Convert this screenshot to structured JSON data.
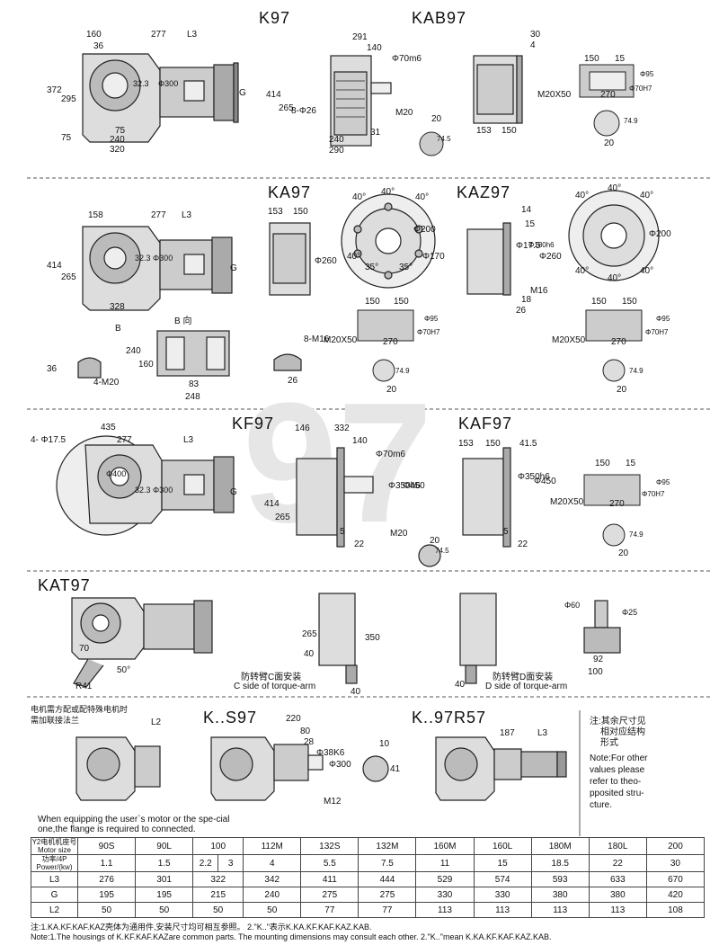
{
  "titles": {
    "k97": "K97",
    "kab97": "KAB97",
    "ka97": "KA97",
    "kaz97": "KAZ97",
    "kf97": "KF97",
    "kaf97": "KAF97",
    "kat97": "KAT97",
    "ks97": "K..S97",
    "k97r57": "K..97R57"
  },
  "dims_k97": [
    "160",
    "36",
    "277",
    "L3",
    "372",
    "295",
    "75",
    "75",
    "240",
    "320",
    "G",
    "Φ300",
    "32.3"
  ],
  "dims_k97_side": [
    "291",
    "140",
    "Φ70m6",
    "414",
    "265",
    "8-Φ26",
    "240",
    "290",
    "31",
    "M20",
    "20",
    "74.5"
  ],
  "dims_kab97": [
    "30",
    "4",
    "153",
    "150",
    "150",
    "15",
    "M20X50",
    "270",
    "Φ95",
    "Φ70H7",
    "20",
    "74.9"
  ],
  "dims_ka97": [
    "158",
    "277",
    "L3",
    "414",
    "265",
    "328",
    "G",
    "Φ300",
    "32.3",
    "B",
    "B 向"
  ],
  "dims_ka97_b": [
    "36",
    "4-M20",
    "240",
    "160",
    "83",
    "248",
    "8-M16",
    "26"
  ],
  "dims_ka97_side": [
    "153",
    "150",
    "Φ260"
  ],
  "dims_ka97_flange": [
    "40°",
    "40°",
    "40°",
    "35°",
    "35°",
    "40°",
    "Φ200",
    "Φ170"
  ],
  "dims_kaz97": [
    "14",
    "Φ17.5",
    "Φ180h6",
    "Φ260",
    "15",
    "M16",
    "18",
    "26"
  ],
  "dims_kaz97_flange": [
    "40°",
    "40°",
    "40°",
    "40°",
    "40°",
    "40°",
    "Φ200"
  ],
  "dims_ka97_shaft": [
    "150",
    "150",
    "M20X50",
    "270",
    "Φ95",
    "Φ70H7",
    "20",
    "74.9"
  ],
  "dims_kaz97_shaft": [
    "150",
    "150",
    "M20X50",
    "270",
    "Φ95",
    "Φ70H7",
    "20",
    "74.9"
  ],
  "dims_kf97": [
    "435",
    "277",
    "L3",
    "4- Φ17.5",
    "Φ400",
    "32.3",
    "Φ300",
    "G"
  ],
  "dims_kf97_side": [
    "146",
    "332",
    "140",
    "Φ70m6",
    "Φ350h6",
    "Φ450",
    "414",
    "265",
    "M20",
    "20",
    "22",
    "5",
    "74.5"
  ],
  "dims_kaf97": [
    "153",
    "150",
    "41.5",
    "Φ350h6",
    "Φ450",
    "22",
    "5"
  ],
  "dims_kaf97_shaft": [
    "150",
    "15",
    "M20X50",
    "270",
    "Φ95",
    "Φ70H7",
    "20",
    "74.9"
  ],
  "kat97": {
    "labels": [
      "70",
      "R41",
      "50°",
      "265",
      "40",
      "350",
      "40",
      "40",
      "Φ60",
      "Φ25",
      "92",
      "100"
    ],
    "c_cn": "防转臂C面安装",
    "c_en": "C side of torque-arm",
    "d_cn": "防转臂D面安装",
    "d_en": "D side of torque-arm"
  },
  "motor_note_cn_1": "电机需方配或配特殊电机时",
  "motor_note_cn_2": "需加联接法兰",
  "motor_note_en_1": "When equipping the user`s motor or the spe-cial",
  "motor_note_en_2": "one,the flange is required to connected.",
  "dims_ks97": [
    "L2",
    "220",
    "80",
    "28",
    "Φ38K6",
    "Φ300",
    "M12",
    "10",
    "41"
  ],
  "dims_k97r57": [
    "187",
    "L3"
  ],
  "side_note_cn": [
    "注:其余尺寸见",
    "相对应结构",
    "形式"
  ],
  "side_note_en": [
    "Note:For other",
    "values please",
    "refer to theo-",
    "pposited stru-",
    "cture."
  ],
  "table": {
    "row_headers": [
      "Y2电机机座号 Motor size",
      "功率/4P Power/(kw)",
      "L3",
      "G",
      "L2"
    ],
    "motor_size": [
      "90S",
      "90L",
      "100",
      "112M",
      "132S",
      "132M",
      "160M",
      "160L",
      "180M",
      "180L",
      "200"
    ],
    "power": [
      "1.1",
      "1.5",
      "2.2",
      "3",
      "4",
      "5.5",
      "7.5",
      "11",
      "15",
      "18.5",
      "22",
      "30"
    ],
    "L3": [
      "276",
      "301",
      "322",
      "342",
      "411",
      "444",
      "529",
      "574",
      "593",
      "633",
      "670"
    ],
    "G": [
      "195",
      "195",
      "215",
      "240",
      "275",
      "275",
      "330",
      "330",
      "380",
      "380",
      "420"
    ],
    "L2": [
      "50",
      "50",
      "50",
      "50",
      "77",
      "77",
      "113",
      "113",
      "113",
      "113",
      "108"
    ]
  },
  "footer_cn": "注:1.KA.KF.KAF.KAZ壳体为通用件,安装尺寸均可相互参照。 2.\"K..\"表示K.KA.KF.KAF.KAZ.KAB.",
  "footer_en": "Note:1.The housings of K.KF.KAF.KAZare common parts. The mounting dimensions may consult each other. 2.\"K..\"mean K.KA.KF.KAF.KAZ.KAB."
}
